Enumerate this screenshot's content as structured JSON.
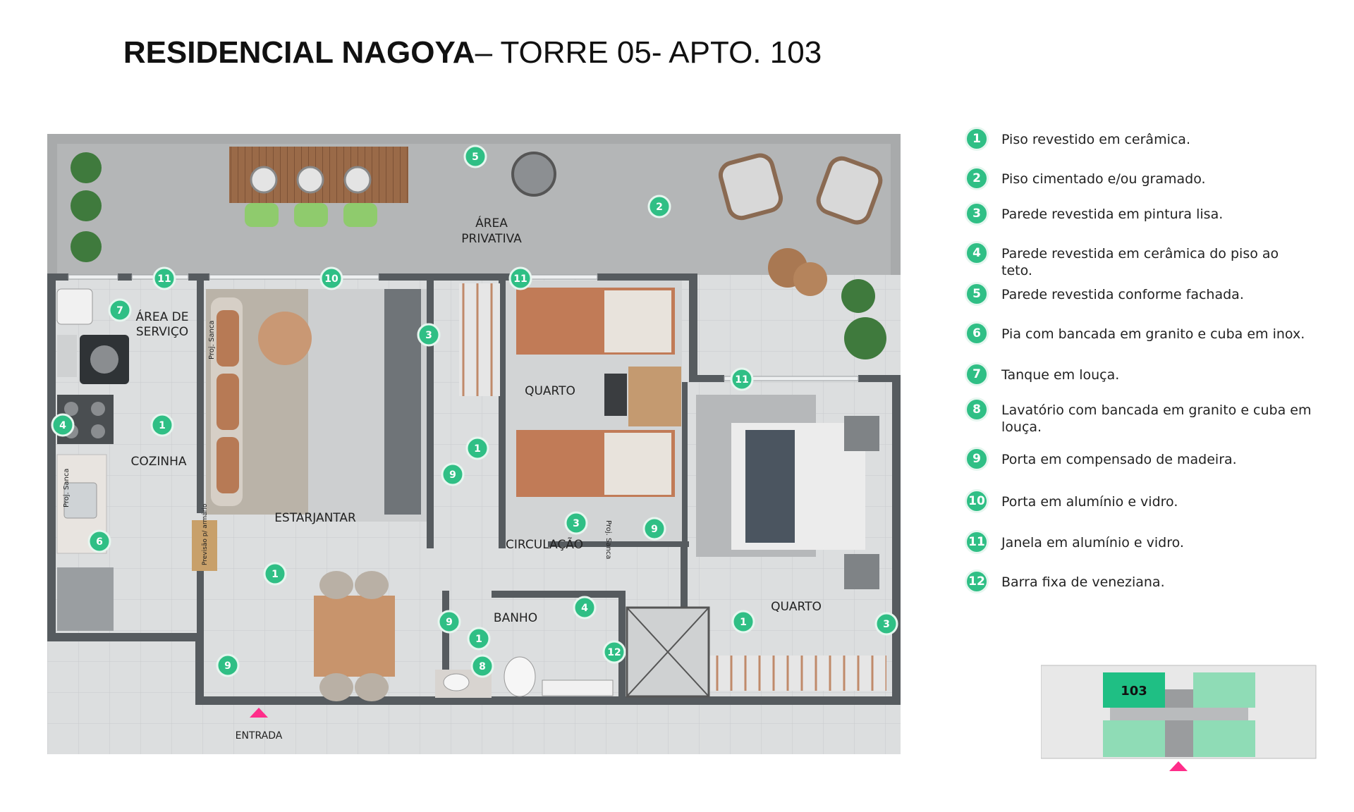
{
  "header": {
    "title_bold": "RESIDENCIAL NAGOYA",
    "title_rest": "– TORRE 05- APTO. 103"
  },
  "rooms": {
    "area_privativa_1": "ÁREA",
    "area_privativa_2": "PRIVATIVA",
    "area_servico_1": "ÁREA DE",
    "area_servico_2": "SERVIÇO",
    "cozinha": "COZINHA",
    "estarjantar": "ESTARJANTAR",
    "quarto_1": "QUARTO",
    "quarto_2": "QUARTO",
    "circulacao": "CIRCULAÇÃO",
    "banho": "BANHO",
    "entrada": "ENTRADA"
  },
  "notes": {
    "proj_sanca_1": "Proj. Sanca",
    "proj_sanca_2": "Proj. Sanca",
    "proj_sanca_3": "Proj. Sanca",
    "previsao_armario": "Previsão p/ armário"
  },
  "legend": [
    {
      "num": "1",
      "text": "Piso revestido em cerâmica."
    },
    {
      "num": "2",
      "text": "Piso cimentado e/ou gramado."
    },
    {
      "num": "3",
      "text": "Parede revestida em pintura lisa."
    },
    {
      "num": "4",
      "text": "Parede revestida em cerâmica do piso ao teto."
    },
    {
      "num": "5",
      "text": "Parede revestida conforme fachada."
    },
    {
      "num": "6",
      "text": "Pia com bancada em granito e cuba em inox."
    },
    {
      "num": "7",
      "text": "Tanque em louça."
    },
    {
      "num": "8",
      "text": "Lavatório com bancada em granito e cuba em louça."
    },
    {
      "num": "9",
      "text": "Porta em compensado de madeira."
    },
    {
      "num": "10",
      "text": "Porta em alumínio e vidro."
    },
    {
      "num": "11",
      "text": "Janela em alumínio e vidro."
    },
    {
      "num": "12",
      "text": "Barra fixa de veneziana."
    }
  ],
  "plan_markers": {
    "m1": "1",
    "m2": "2",
    "m3": "3",
    "m4": "4",
    "m5": "5",
    "m6": "6",
    "m7": "7",
    "m8": "8",
    "m9": "9",
    "m10": "10",
    "m11": "11",
    "m12": "12"
  },
  "key_plan": {
    "unit_label": "103"
  },
  "colors": {
    "marker_green": "#2fbf85",
    "key_highlight": "#1fbf84",
    "key_green": "#8fdcb6",
    "entrance_arrow": "#ff2d8a",
    "wall": "#555a5e",
    "floor_tile": "#d9dbdc",
    "terrace": "#a9abac"
  }
}
